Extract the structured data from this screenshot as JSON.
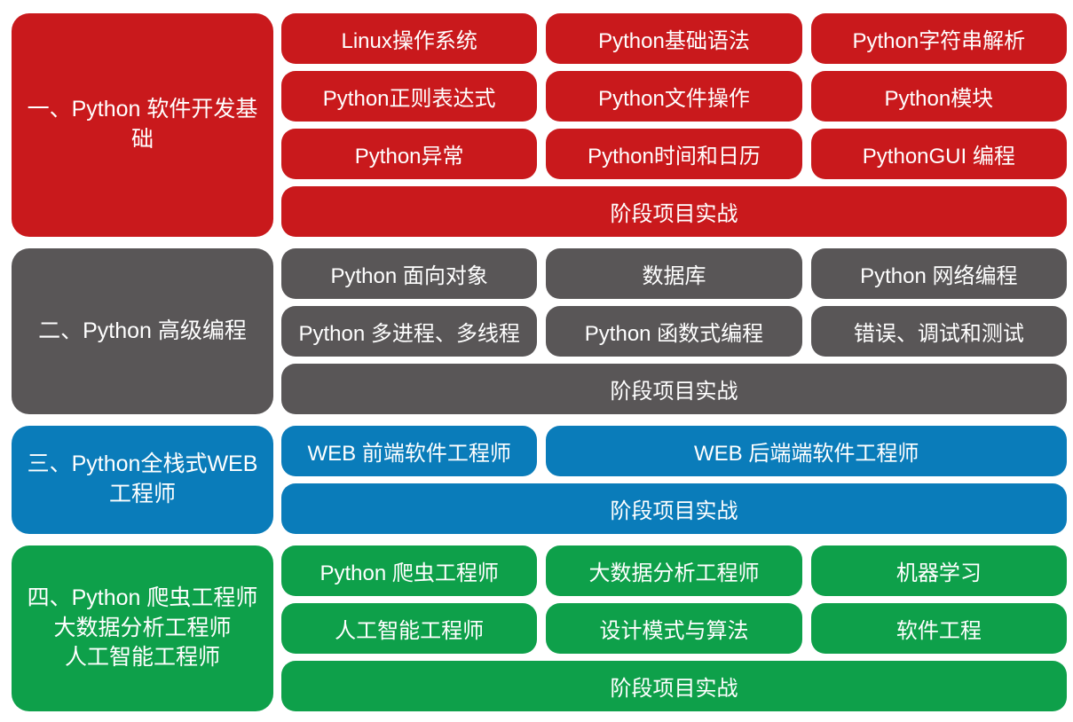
{
  "colors": {
    "stage1_red": "#c9191c",
    "stage2_gray": "#595657",
    "stage3_blue": "#0a7cba",
    "stage4_green": "#0ea04a",
    "text": "#ffffff",
    "background": "#ffffff"
  },
  "stages": [
    {
      "title": "一、Python 软件开发基础",
      "color": "#c9191c",
      "items": [
        {
          "label": "Linux操作系统"
        },
        {
          "label": "Python基础语法"
        },
        {
          "label": "Python字符串解析"
        },
        {
          "label": "Python正则表达式"
        },
        {
          "label": "Python文件操作"
        },
        {
          "label": "Python模块"
        },
        {
          "label": "Python异常"
        },
        {
          "label": "Python时间和日历"
        },
        {
          "label": "PythonGUI 编程"
        }
      ],
      "footer": "阶段项目实战"
    },
    {
      "title": "二、Python 高级编程",
      "color": "#595657",
      "items": [
        {
          "label": "Python 面向对象"
        },
        {
          "label": "数据库"
        },
        {
          "label": "Python 网络编程"
        },
        {
          "label": "Python 多进程、多线程"
        },
        {
          "label": "Python 函数式编程"
        },
        {
          "label": "错误、调试和测试"
        }
      ],
      "footer": "阶段项目实战"
    },
    {
      "title": "三、Python全栈式WEB工程师",
      "color": "#0a7cba",
      "items": [
        {
          "label": "WEB 前端软件工程师",
          "span": 1
        },
        {
          "label": "WEB 后端端软件工程师",
          "span": 2
        }
      ],
      "footer": "阶段项目实战"
    },
    {
      "title": "四、Python 爬虫工程师\n大数据分析工程师\n人工智能工程师",
      "color": "#0ea04a",
      "items": [
        {
          "label": "Python 爬虫工程师"
        },
        {
          "label": "大数据分析工程师"
        },
        {
          "label": "机器学习"
        },
        {
          "label": "人工智能工程师"
        },
        {
          "label": "设计模式与算法"
        },
        {
          "label": "软件工程"
        }
      ],
      "footer": "阶段项目实战"
    }
  ]
}
